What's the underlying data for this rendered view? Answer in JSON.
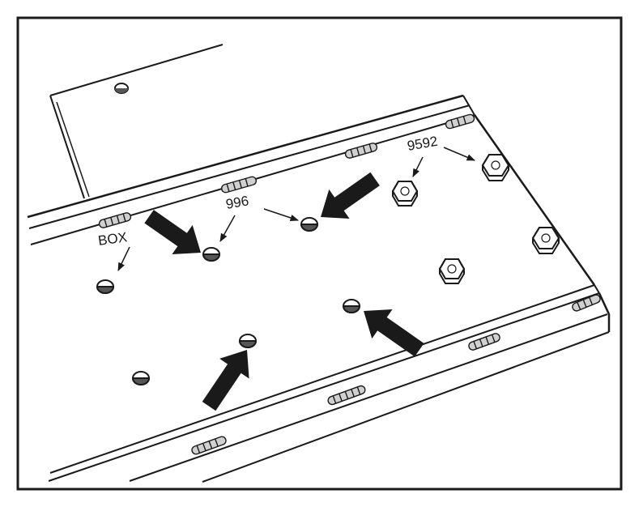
{
  "labels": {
    "box": "BOX",
    "part_996": "996",
    "part_9592": "9592"
  },
  "colors": {
    "ink": "#1a1a1a",
    "paper": "#ffffff",
    "weld": "#bdbdbd"
  }
}
